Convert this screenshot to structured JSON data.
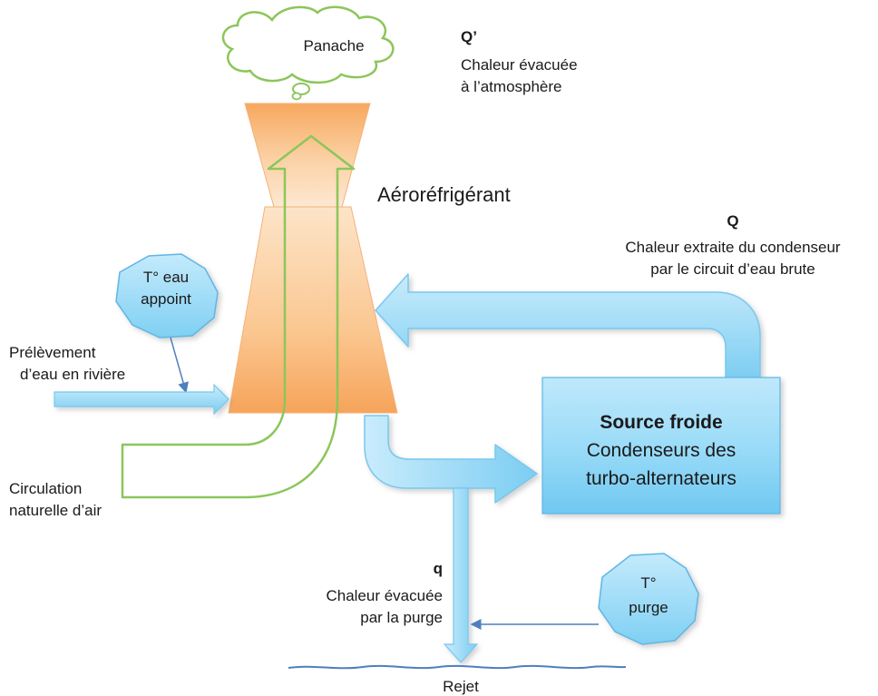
{
  "plume": {
    "label": "Panache"
  },
  "heat_atmosphere": {
    "symbol": "Q’",
    "line1": "Chaleur évacuée",
    "line2": "à l’atmosphère"
  },
  "tower": {
    "label": "Aéroréfrigérant"
  },
  "heat_condenser": {
    "symbol": "Q",
    "line1": "Chaleur extraite du condenseur",
    "line2": "par le circuit d’eau brute"
  },
  "makeup_temp": {
    "line1": "T° eau",
    "line2": "appoint"
  },
  "river_intake": {
    "line1": "Prélèvement",
    "line2": "d’eau en rivière"
  },
  "cold_source": {
    "title": "Source froide",
    "line1": "Condenseurs des",
    "line2": "turbo-alternateurs"
  },
  "air_circulation": {
    "line1": "Circulation",
    "line2": "naturelle d’air"
  },
  "heat_purge": {
    "symbol": "q",
    "line1": "Chaleur évacuée",
    "line2": "par la purge"
  },
  "purge_temp": {
    "line1": "T°",
    "line2": "purge"
  },
  "discharge": {
    "label": "Rejet"
  },
  "colors": {
    "tower_orange": "#f6a45a",
    "flow_blue": "#79cdf3",
    "air_green": "#8cc65a",
    "box_blue": "#8fd6f5"
  }
}
